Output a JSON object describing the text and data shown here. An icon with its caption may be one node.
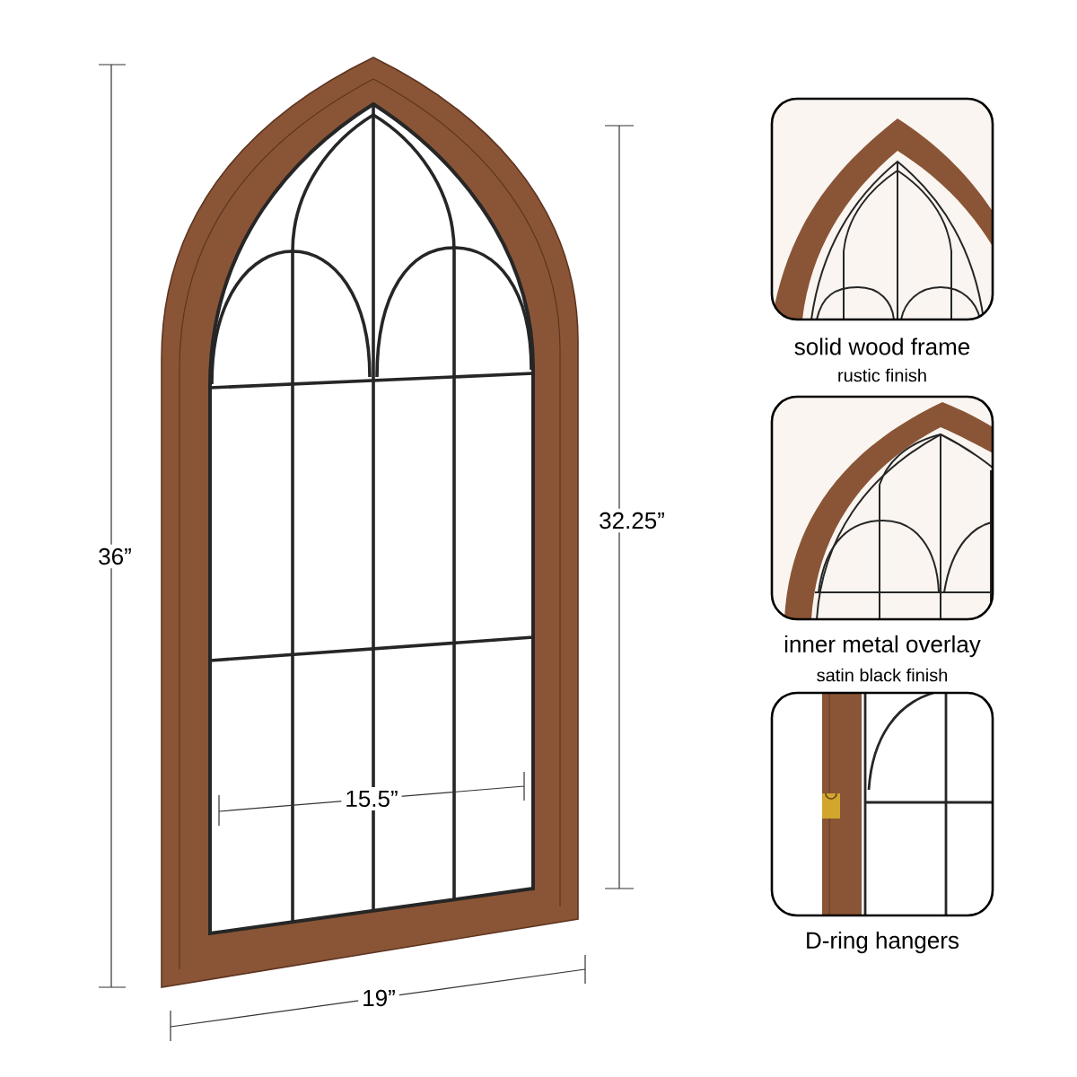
{
  "diagram": {
    "nodes": [
      {
        "text": [
          "solid wood frame",
          "rustic finish"
        ]
      },
      {
        "text": [
          "inner metal overlay",
          "satin black finish"
        ]
      },
      {
        "text": [
          "D-ring hangers"
        ]
      }
    ],
    "labels": [
      "36”",
      "32.25”",
      "15.5”",
      "19”"
    ]
  }
}
